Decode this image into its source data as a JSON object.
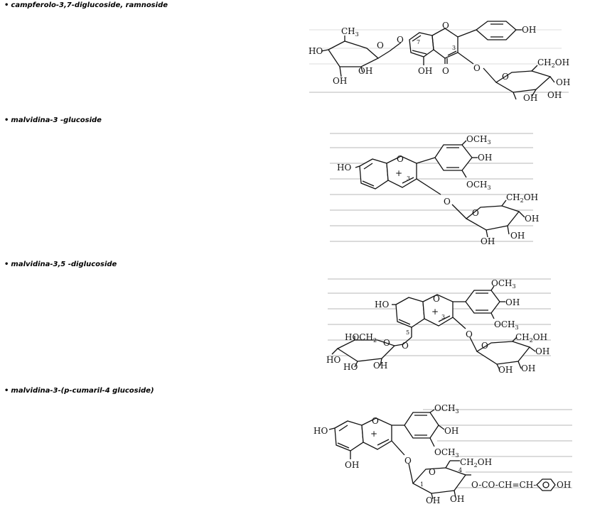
{
  "items": [
    {
      "label": "campferolo-3,7-diglucoside, ramnoside"
    },
    {
      "label": "malvidina-3 -glucoside"
    },
    {
      "label": "malvidina-3,5 -diglucoside"
    },
    {
      "label": "malvidina-3-(p-cumaril-4 glucoside)"
    }
  ],
  "bullet": "•",
  "structures": {
    "s1": {
      "o": "O",
      "oh": "OH",
      "ho": "HO",
      "ch3": "CH",
      "n3": "3",
      "three": "3",
      "seven": "7",
      "ch2oh_a": "CH",
      "ch2oh_b": "2",
      "ch2oh_c": "OH",
      "ketone": "O"
    },
    "s2": {
      "ho": "HO",
      "o": "O",
      "plus": "+",
      "three": "3",
      "och3": "OCH",
      "sub3": "3",
      "oh": "OH",
      "ch2oh_a": "CH",
      "ch2oh_b": "2",
      "ch2oh_c": "OH"
    },
    "s3": {
      "ho": "HO",
      "o": "O",
      "plus": "+",
      "three": "3",
      "five": "5",
      "och3": "OCH",
      "sub3": "3",
      "oh": "OH",
      "hoch2_a": "HOCH",
      "hoch2_b": "2",
      "ch2oh_a": "CH",
      "ch2oh_b": "2",
      "ch2oh_c": "OH"
    },
    "s4": {
      "ho": "HO",
      "o": "O",
      "plus": "+",
      "och3": "OCH",
      "sub3": "3",
      "oh": "OH",
      "one": "1",
      "four": "4",
      "ch2oh_a": "CH",
      "ch2oh_b": "2",
      "ch2oh_c": "OH",
      "ester": "O-CO-CH=CH-",
      "phenol_oh": "OH"
    }
  }
}
